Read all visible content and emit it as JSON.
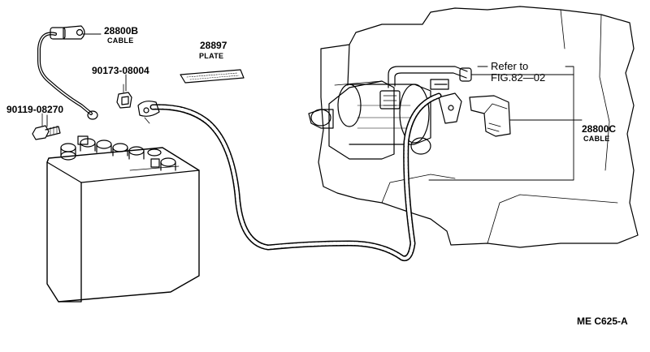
{
  "parts": {
    "cable_b": {
      "number": "28800B",
      "name": "CABLE"
    },
    "plate": {
      "number": "28897",
      "name": "PLATE"
    },
    "clip": {
      "number": "90173-08004"
    },
    "bolt": {
      "number": "90119-08270"
    },
    "cable_c": {
      "number": "28800C",
      "name": "CABLE"
    }
  },
  "reference": {
    "line1": "Refer to",
    "line2": "FIG.82—02"
  },
  "figure_code": "ME  C625-A"
}
